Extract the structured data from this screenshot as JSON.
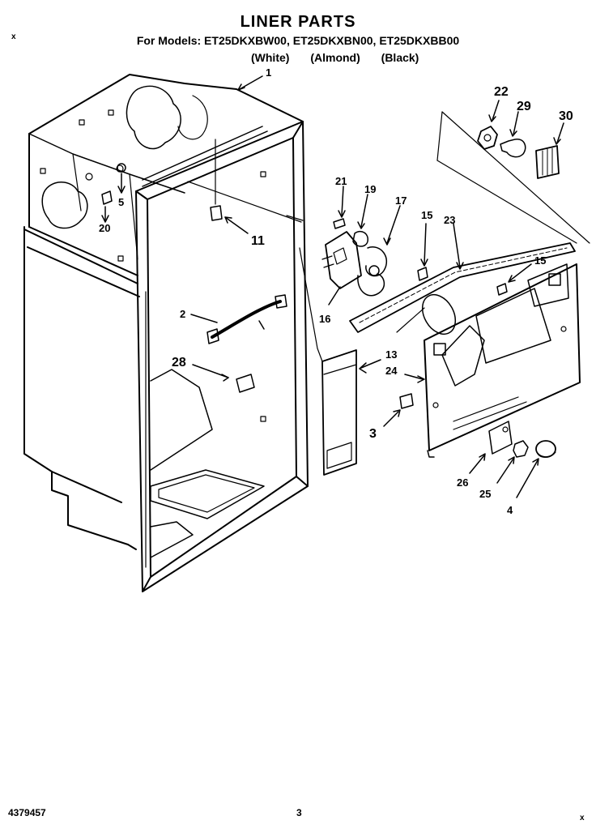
{
  "header": {
    "title": "LINER PARTS",
    "subtitle": "For Models: ET25DKXBW00, ET25DKXBN00, ET25DKXBB00",
    "variants": [
      "(White)",
      "(Almond)",
      "(Black)"
    ]
  },
  "corner_marks": {
    "top_left": "x",
    "bottom_right": "x"
  },
  "callouts": {
    "c1": "1",
    "c2": "2",
    "c3": "3",
    "c4": "4",
    "c5": "5",
    "c11": "11",
    "c13": "13",
    "c15a": "15",
    "c15b": "15",
    "c16": "16",
    "c17": "17",
    "c19": "19",
    "c20": "20",
    "c21": "21",
    "c22": "22",
    "c23": "23",
    "c24": "24",
    "c25": "25",
    "c26": "26",
    "c28": "28",
    "c29": "29",
    "c30": "30"
  },
  "footer": {
    "part_number": "4379457",
    "page_number": "3"
  }
}
